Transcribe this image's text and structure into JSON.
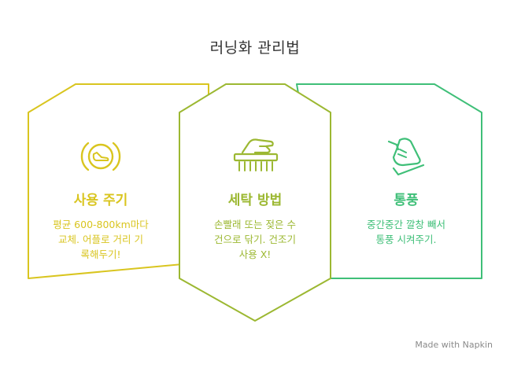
{
  "title": "러닝화 관리법",
  "colors": {
    "yellow": "#d9c51f",
    "lime": "#9cb832",
    "green": "#3fbf78"
  },
  "steps": [
    {
      "heading": "사용 주기",
      "body": "평균 600-800km마다\n교체. 어플로 거리 기\n록해두기!",
      "icon": "speedometer-shoe-icon",
      "color": "#d9c51f"
    },
    {
      "heading": "세탁 방법",
      "body": "손빨래 또는 젖은 수\n건으로 닦기. 건조기\n사용 X!",
      "icon": "hand-brush-icon",
      "color": "#9cb832"
    },
    {
      "heading": "통풍",
      "body": "중간중간 깔창 빼서\n통풍 시켜주기.",
      "icon": "shoe-icon",
      "color": "#3fbf78"
    }
  ],
  "watermark": "Made with Napkin"
}
